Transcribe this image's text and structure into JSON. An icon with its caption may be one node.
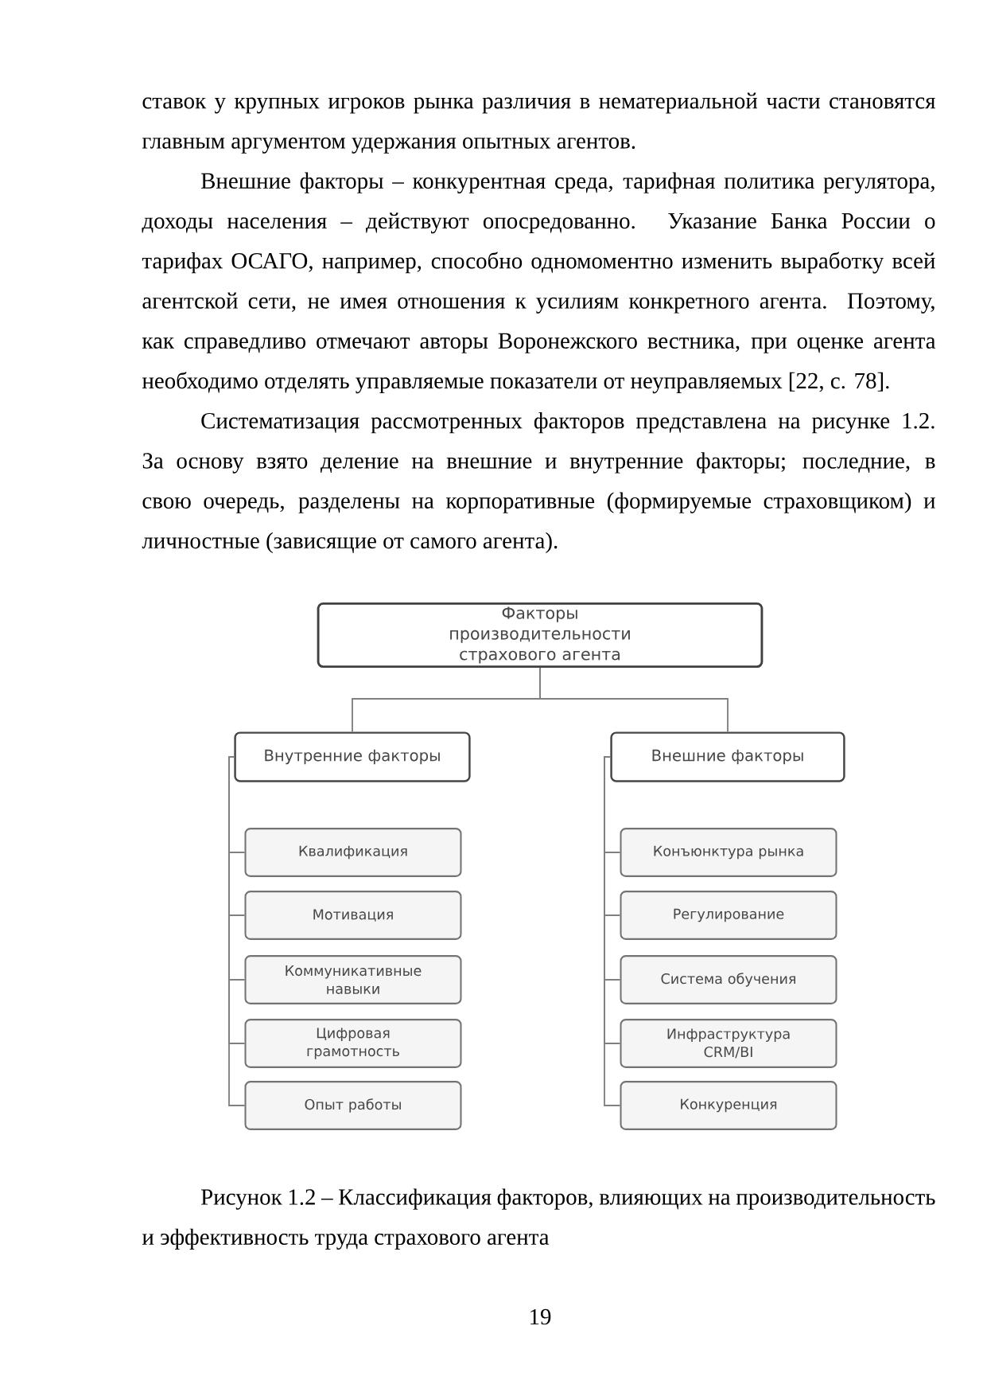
{
  "diagram": {
    "caption": "Рисунок 1.2 – Классификация факторов, влияющих на производительность и эффективность труда страхового агента",
    "nodes": [
      {
        "text": [
          "Факторы производительности страхового агента"
        ]
      },
      {
        "text": [
          "Внутренние факторы"
        ]
      },
      {
        "text": [
          "Внешние факторы"
        ]
      },
      {
        "text": [
          "Квалификация"
        ]
      },
      {
        "text": [
          "Мотивация"
        ]
      },
      {
        "text": [
          "Коммуникативные навыки"
        ]
      },
      {
        "text": [
          "Цифровая грамотность"
        ]
      },
      {
        "text": [
          "Опыт работы"
        ]
      },
      {
        "text": [
          "Конъюнктура рынка"
        ]
      },
      {
        "text": [
          "Регулирование"
        ]
      },
      {
        "text": [
          "Система обучения"
        ]
      },
      {
        "text": [
          "Инфраструктура CRM/BI"
        ]
      },
      {
        "text": [
          "Конкуренция"
        ]
      }
    ],
    "edges": [
      {
        "from": 0,
        "to": 1,
        "arrow": "none"
      },
      {
        "from": 0,
        "to": 2,
        "arrow": "none"
      },
      {
        "from": 1,
        "to": 3,
        "arrow": "none"
      },
      {
        "from": 1,
        "to": 4,
        "arrow": "none"
      },
      {
        "from": 1,
        "to": 5,
        "arrow": "none"
      },
      {
        "from": 1,
        "to": 6,
        "arrow": "none"
      },
      {
        "from": 1,
        "to": 7,
        "arrow": "none"
      },
      {
        "from": 2,
        "to": 8,
        "arrow": "none"
      },
      {
        "from": 2,
        "to": 9,
        "arrow": "none"
      },
      {
        "from": 2,
        "to": 10,
        "arrow": "none"
      },
      {
        "from": 2,
        "to": 11,
        "arrow": "none"
      },
      {
        "from": 2,
        "to": 12,
        "arrow": "none"
      }
    ],
    "labels": [
      "ставок у крупных игроков рынка различия в нематериальной части становятся главным аргументом удержания опытных агентов.",
      "Внешние факторы – конкурентная среда, тарифная политика регулятора, доходы населения – действуют опосредованно. Указание Банка России о тарифах ОСАГО, например, способно одномоментно изменить выработку всей агентской сети, не имея отношения к усилиям конкретного агента. Поэтому, как справедливо отмечают авторы Воронежского вестника, при оценке агента необходимо отделять управляемые показатели от неуправляемых [22, с. 78].",
      "Систематизация рассмотренных факторов представлена на рисунке 1.2. За основу взято деление на внешние и внутренние факторы; последние, в свою очередь, разделены на корпоративные (формируемые страховщиком) и личностные (зависящие от самого агента).",
      "19"
    ]
  }
}
